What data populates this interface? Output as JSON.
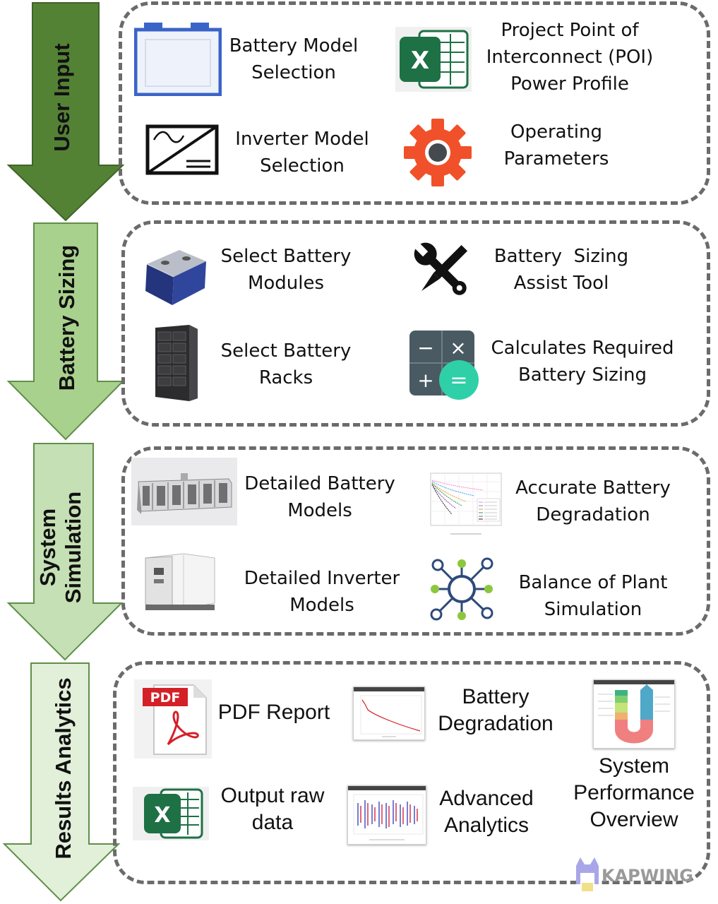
{
  "stages": [
    {
      "label": "User Input"
    },
    {
      "label": "Battery Sizing"
    },
    {
      "label": "System",
      "label2": "Simulation"
    },
    {
      "label": "Results Analytics"
    }
  ],
  "user_input": {
    "battery_model": [
      "Battery Model",
      "Selection"
    ],
    "poi_profile": [
      "Project Point of",
      "Interconnect (POI)",
      "Power Profile"
    ],
    "inverter_model": [
      "Inverter Model",
      "Selection"
    ],
    "operating_params": [
      "Operating",
      "Parameters"
    ]
  },
  "battery_sizing": {
    "modules": [
      "Select Battery",
      "Modules"
    ],
    "assist_tool": [
      "Battery  Sizing",
      "Assist Tool"
    ],
    "racks": [
      "Select Battery",
      "Racks"
    ],
    "calculates": [
      "Calculates Required",
      "Battery Sizing"
    ]
  },
  "system_simulation": {
    "battery_models": [
      "Detailed Battery",
      "Models"
    ],
    "degradation": [
      "Accurate Battery",
      "Degradation"
    ],
    "inverter_models": [
      "Detailed Inverter",
      "Models"
    ],
    "balance_of_plant": [
      "Balance of Plant",
      "Simulation"
    ]
  },
  "results_analytics": {
    "pdf_report": "PDF Report",
    "battery_degradation": [
      "Battery",
      "Degradation"
    ],
    "system_performance": [
      "System",
      "Performance",
      "Overview"
    ],
    "output_raw": [
      "Output raw",
      "data"
    ],
    "advanced_analytics": [
      "Advanced",
      "Analytics"
    ]
  },
  "icons": {
    "pdf_badge": "PDF",
    "excel_letter": "X",
    "calc_minus": "−",
    "calc_times": "×",
    "calc_plus": "+",
    "calc_equals": "="
  },
  "watermark": "KAPWING",
  "colors": {
    "stage1": "#548235",
    "stage2": "#a9d18e",
    "stage3": "#c5e0b4",
    "stage4": "#e2efd9",
    "panel_border": "#6b6b6b",
    "gear": "#f0512a",
    "excel": "#1e7145",
    "pdf_red": "#d42027"
  }
}
